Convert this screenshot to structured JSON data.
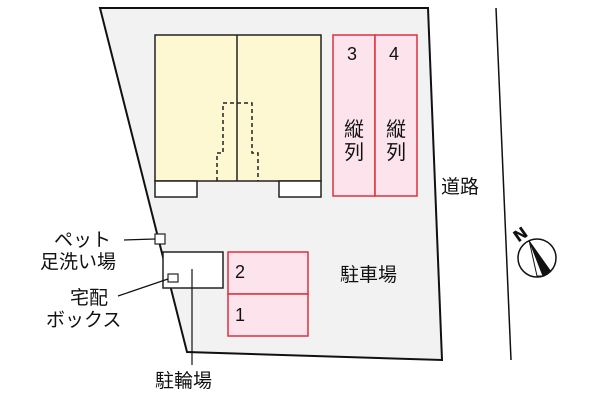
{
  "diagram": {
    "type": "site-layout",
    "colors": {
      "lot_fill": "#f2f2f2",
      "building_fill": "#fdf8d2",
      "parking_fill": "#fde3ec",
      "parking_stroke": "#e0303e",
      "line": "#111111"
    },
    "building": {
      "label": ""
    },
    "parking_tandem": [
      {
        "number": "3",
        "label": "縦列"
      },
      {
        "number": "4",
        "label": "縦列"
      }
    ],
    "parking_front": [
      {
        "number": "2"
      },
      {
        "number": "1"
      }
    ],
    "labels": {
      "road": "道路",
      "parking_lot": "駐車場",
      "pet_wash_line1": "ペット",
      "pet_wash_line2": "足洗い場",
      "delivery_box_line1": "宅配",
      "delivery_box_line2": "ボックス",
      "bicycle_parking": "駐輪場"
    },
    "compass": {
      "label": "N"
    }
  }
}
